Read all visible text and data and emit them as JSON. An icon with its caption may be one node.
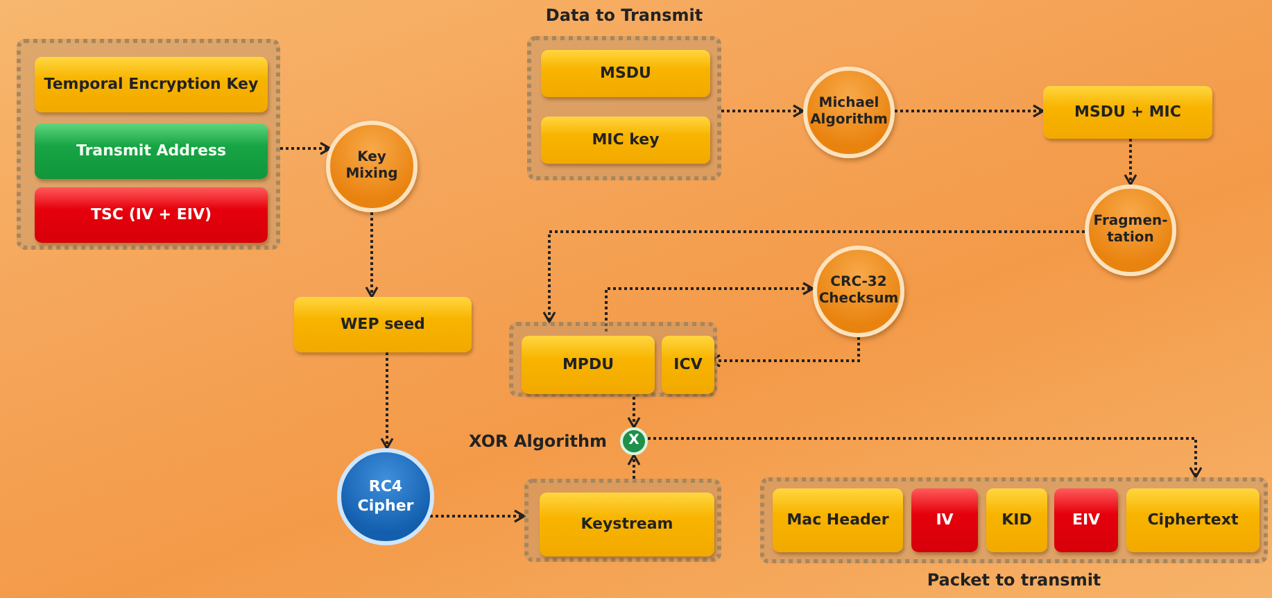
{
  "diagram": {
    "nodes": [
      {
        "text": [],
        "shape": "box"
      },
      {
        "text": [
          "Temporal Encryption Key"
        ],
        "in": 0
      },
      {
        "text": [
          "Transmit Address"
        ],
        "in": 0
      },
      {
        "text": [
          "TSC (IV + EIV)"
        ],
        "in": 0
      },
      {
        "text": [
          "Data to Transmit"
        ]
      },
      {
        "text": [
          "MSDU"
        ],
        "in": 4
      },
      {
        "text": [
          "MIC key"
        ],
        "in": 4
      },
      {
        "text": [
          "Key Mixing"
        ]
      },
      {
        "text": [
          "Michael Algorithm"
        ]
      },
      {
        "text": [
          "MSDU + MIC"
        ]
      },
      {
        "text": [
          "Fragmen- tation"
        ]
      },
      {
        "text": [
          "WEP seed"
        ]
      },
      {
        "text": [
          "CRC-32 Checksum"
        ]
      },
      {
        "text": [],
        "shape": "box"
      },
      {
        "text": [
          "MPDU"
        ],
        "in": 13
      },
      {
        "text": [
          "ICV"
        ],
        "in": 13
      },
      {
        "text": [
          "X"
        ],
        "beside": [
          "XOR Algorithm"
        ]
      },
      {
        "text": [
          "RC4 Cipher"
        ]
      },
      {
        "text": [],
        "shape": "box"
      },
      {
        "text": [
          "Keystream"
        ],
        "in": 18
      },
      {
        "text": [
          "Packet to transmit"
        ]
      },
      {
        "text": [
          "Mac Header"
        ],
        "in": 20
      },
      {
        "text": [
          "IV"
        ],
        "in": 20
      },
      {
        "text": [
          "KID"
        ],
        "in": 20
      },
      {
        "text": [
          "EIV"
        ],
        "in": 20
      },
      {
        "text": [
          "Ciphertext"
        ],
        "in": 20
      }
    ],
    "edges": [
      {
        "from": 0,
        "to": 7,
        "arrow": "to"
      },
      {
        "from": 4,
        "to": 8,
        "arrow": "to"
      },
      {
        "from": 7,
        "to": 11,
        "arrow": "to"
      },
      {
        "from": 8,
        "to": 9,
        "arrow": "to"
      },
      {
        "from": 9,
        "to": 10,
        "arrow": "to"
      },
      {
        "from": 10,
        "to": 13,
        "arrow": "to"
      },
      {
        "from": 14,
        "to": 12,
        "arrow": "to"
      },
      {
        "from": 12,
        "to": 15,
        "arrow": "to"
      },
      {
        "from": 11,
        "to": 17,
        "arrow": "to"
      },
      {
        "from": 17,
        "to": 18,
        "arrow": "to"
      },
      {
        "from": 13,
        "to": 16,
        "arrow": "to"
      },
      {
        "from": 18,
        "to": 16,
        "arrow": "to"
      },
      {
        "from": 16,
        "to": 20,
        "arrow": "to"
      }
    ]
  }
}
